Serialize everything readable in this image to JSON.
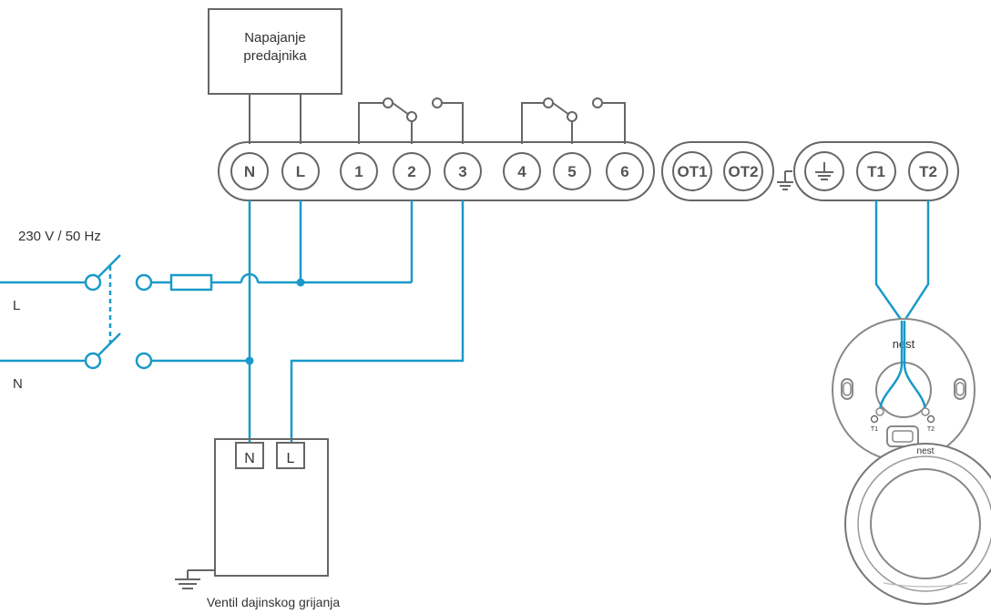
{
  "power_box_label": [
    "Napajanje",
    "predajnika"
  ],
  "voltage_label": "230 V / 50 Hz",
  "line_L_label": "L",
  "line_N_label": "N",
  "terminals_main": [
    "N",
    "L",
    "1",
    "2",
    "3",
    "4",
    "5",
    "6"
  ],
  "terminals_ot": [
    "OT1",
    "OT2"
  ],
  "terminals_t": [
    "T1",
    "T2"
  ],
  "valve_terminals": [
    "N",
    "L"
  ],
  "valve_label": "Ventil dajinskog grijanja",
  "nest_base_brand": "nest",
  "nest_base_t1": "T1",
  "nest_base_t2": "T2",
  "nest_display_brand": "nest",
  "colors": {
    "wire": "#1a9ac9",
    "outline": "#666666"
  }
}
